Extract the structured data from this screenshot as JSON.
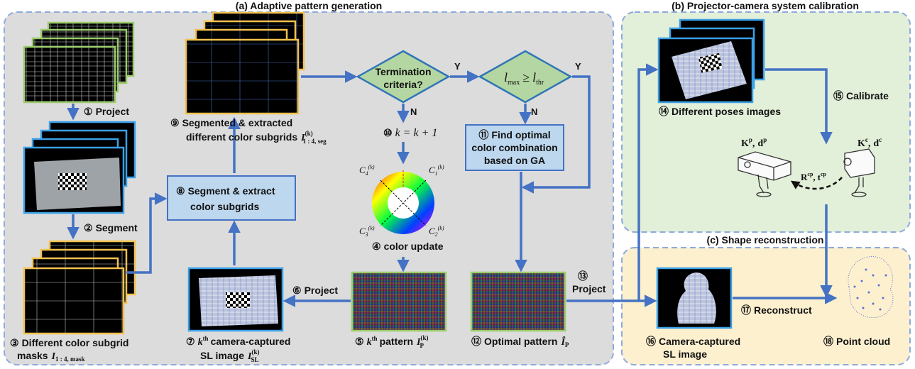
{
  "panels": {
    "a_title": "(a) Adaptive pattern generation",
    "b_title": "(b) Projector-camera system calibration",
    "c_title": "(c) Shape reconstruction"
  },
  "steps": {
    "s1_num": "①",
    "s1": "Project",
    "s2_num": "②",
    "s2": "Segment",
    "s3_num": "③",
    "s3_line1": "Different color subgrid",
    "s3_line2": "masks",
    "s3_math": "I",
    "s3_sub": "1 : 4, mask",
    "s4_num": "④",
    "s4": "color update",
    "s5_num": "⑤",
    "s5_k": "k",
    "s5_th": "th",
    "s5_text": "pattern",
    "s5_math": "I",
    "s5_sub": "P",
    "s5_sup": "(k)",
    "s6_num": "⑥",
    "s6": "Project",
    "s7_num": "⑦",
    "s7_k": "k",
    "s7_th": "th",
    "s7_line1": "camera-captured",
    "s7_line2": "SL image",
    "s7_math": "I",
    "s7_sub": "SL",
    "s7_sup": "(k)",
    "s8_num": "⑧",
    "s8_line1": "Segment & extract",
    "s8_line2": "color subgrids",
    "s9_num": "⑨",
    "s9_line1": "Segmented & extracted",
    "s9_line2": "different color subgrids",
    "s9_math": "I",
    "s9_sub": "1 : 4, seg",
    "s9_sup": "(k)",
    "s10_num": "⑩",
    "s10": "k = k + 1",
    "s11_num": "⑪",
    "s11_line1": "Find optimal",
    "s11_line2": "color combination",
    "s11_line3": "based on GA",
    "s12_num": "⑫",
    "s12": "Optimal pattern",
    "s12_math": "Î",
    "s12_sub": "P",
    "s13_num": "⑬",
    "s13": "Project",
    "s14_num": "⑭",
    "s14": "Different poses images",
    "s15_num": "⑮",
    "s15": "Calibrate",
    "s16_num": "⑯",
    "s16_line1": "Camera-captured",
    "s16_line2": "SL image",
    "s17_num": "⑰",
    "s17": "Reconstruct",
    "s18_num": "⑱",
    "s18": "Point cloud"
  },
  "decisions": {
    "d1_line1": "Termination",
    "d1_line2": "criteria?",
    "d2_l": "l",
    "d2_lsub": "max",
    "d2_op": "≥",
    "d2_r": "l",
    "d2_rsub": "thr",
    "yes": "Y",
    "no": "N"
  },
  "color_wheel": {
    "c1": "C",
    "c1_sub": "1",
    "c2": "C",
    "c2_sub": "2",
    "c3": "C",
    "c3_sub": "3",
    "c4": "C",
    "c4_sub": "4",
    "sup": "(k)"
  },
  "calibration": {
    "kp": "K",
    "kp_sup": "p",
    "dp": "d",
    "dp_sup": "p",
    "sep": ",",
    "kc": "K",
    "kc_sup": "c",
    "dc": "d",
    "dc_sup": "c",
    "r": "R",
    "r_sup": "cp",
    "t": "t",
    "t_sup": "cp"
  },
  "colors": {
    "arrow": "#4472c4",
    "panel_a": "#dcdcdc",
    "panel_b": "#e2efd9",
    "panel_c": "#fdf0cf",
    "panel_border": "#8eaadb",
    "box_fill": "#bdd7ee",
    "box_border": "#4472c4",
    "diamond_fill": "#b4d6a2",
    "diamond_border": "#2e75b6",
    "frame_green": "#9bcc6b",
    "frame_cyan": "#3aa0e6",
    "frame_yellow": "#f2c14e"
  }
}
